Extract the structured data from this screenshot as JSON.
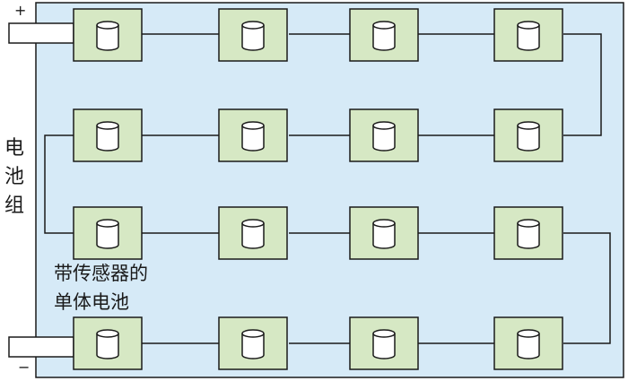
{
  "labels": {
    "pack": "电池组",
    "cell_line1": "带传感器的",
    "cell_line2": "单体电池",
    "positive": "+",
    "negative": "−"
  },
  "diagram": {
    "rows": 4,
    "columns": 4,
    "colors": {
      "background": "#d6eaf7",
      "module_fill": "#d6e8c4",
      "stroke": "#1a1a1a"
    },
    "icons": [
      "battery-cell-icon"
    ]
  }
}
